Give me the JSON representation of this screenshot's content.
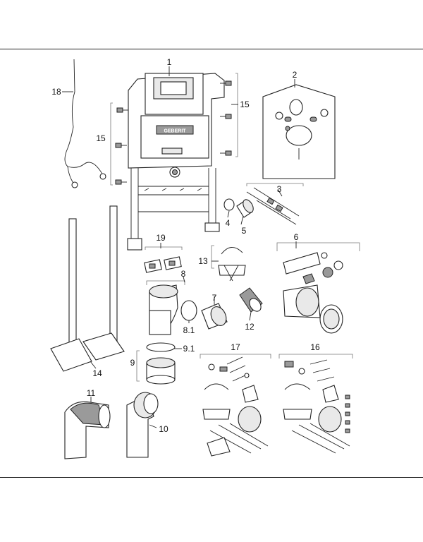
{
  "brand_mark": "GEBERIT",
  "labels": [
    {
      "id": "1",
      "text": "1"
    },
    {
      "id": "2",
      "text": "2"
    },
    {
      "id": "3",
      "text": "3"
    },
    {
      "id": "4",
      "text": "4"
    },
    {
      "id": "5",
      "text": "5"
    },
    {
      "id": "6",
      "text": "6"
    },
    {
      "id": "7",
      "text": "7"
    },
    {
      "id": "8",
      "text": "8"
    },
    {
      "id": "8.1",
      "text": "8.1"
    },
    {
      "id": "9",
      "text": "9"
    },
    {
      "id": "9.1",
      "text": "9.1"
    },
    {
      "id": "10",
      "text": "10"
    },
    {
      "id": "11",
      "text": "11"
    },
    {
      "id": "12",
      "text": "12"
    },
    {
      "id": "13",
      "text": "13"
    },
    {
      "id": "14",
      "text": "14"
    },
    {
      "id": "15a",
      "text": "15"
    },
    {
      "id": "15b",
      "text": "15"
    },
    {
      "id": "16",
      "text": "16"
    },
    {
      "id": "17",
      "text": "17"
    },
    {
      "id": "18",
      "text": "18"
    },
    {
      "id": "19",
      "text": "19"
    }
  ]
}
